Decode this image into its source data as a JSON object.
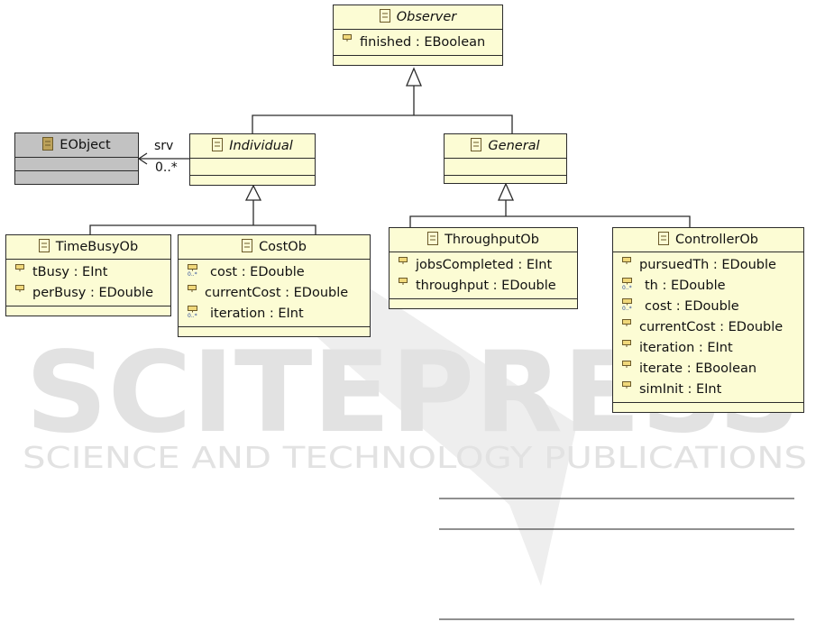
{
  "classes": {
    "observer": {
      "name": "Observer",
      "attrs": [
        {
          "text": "finished : EBoolean",
          "mult": "1"
        }
      ]
    },
    "eobject": {
      "name": "EObject"
    },
    "individual": {
      "name": "Individual"
    },
    "general": {
      "name": "General"
    },
    "timebusy": {
      "name": "TimeBusyOb",
      "attrs": [
        {
          "text": "tBusy : EInt",
          "mult": "1"
        },
        {
          "text": "perBusy : EDouble",
          "mult": "1"
        }
      ]
    },
    "cost": {
      "name": "CostOb",
      "attrs": [
        {
          "text": "cost : EDouble",
          "mult": "0..*"
        },
        {
          "text": "currentCost : EDouble",
          "mult": "1"
        },
        {
          "text": "iteration : EInt",
          "mult": "0..*"
        }
      ]
    },
    "throughput": {
      "name": "ThroughputOb",
      "attrs": [
        {
          "text": "jobsCompleted : EInt",
          "mult": "1"
        },
        {
          "text": "throughput : EDouble",
          "mult": "1"
        }
      ]
    },
    "controller": {
      "name": "ControllerOb",
      "attrs": [
        {
          "text": "pursuedTh : EDouble",
          "mult": "1"
        },
        {
          "text": "th : EDouble",
          "mult": "0..*"
        },
        {
          "text": "cost : EDouble",
          "mult": "0..*"
        },
        {
          "text": "currentCost : EDouble",
          "mult": "1"
        },
        {
          "text": "iteration : EInt",
          "mult": "1"
        },
        {
          "text": "iterate : EBoolean",
          "mult": "1"
        },
        {
          "text": "simInit : EInt",
          "mult": "1"
        }
      ]
    }
  },
  "association": {
    "role": "srv",
    "multiplicity": "0..*"
  },
  "watermark": {
    "main": "SCITEPRESS",
    "sub": "SCIENCE AND TECHNOLOGY PUBLICATIONS"
  },
  "colors": {
    "class_fill": "#fcfcd4",
    "eobject_fill": "#c2c2c2",
    "line": "#2b2b2b",
    "watermark": "#e2e2e2"
  }
}
